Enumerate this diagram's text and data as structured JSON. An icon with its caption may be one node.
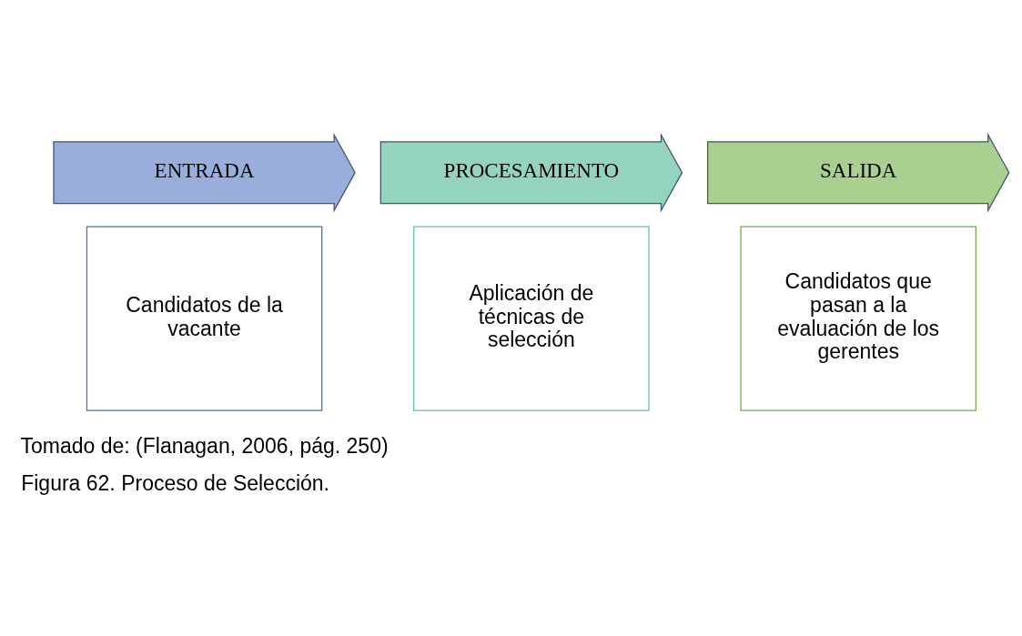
{
  "diagram": {
    "caption": "Figura 62. Proceso de Selección.",
    "nodes": [
      {
        "text": [
          "ENTRADA"
        ]
      },
      {
        "text": [
          "Candidatos de la vacante"
        ]
      },
      {
        "text": [
          "PROCESAMIENTO"
        ]
      },
      {
        "text": [
          "Aplicación de técnicas de selección"
        ]
      },
      {
        "text": [
          "SALIDA"
        ]
      },
      {
        "text": [
          "Candidatos que pasan a la evaluación de los gerentes"
        ]
      }
    ],
    "edges": [],
    "labels": [
      "Tomado de: (Flanagan, 2006, pág. 250)"
    ]
  }
}
